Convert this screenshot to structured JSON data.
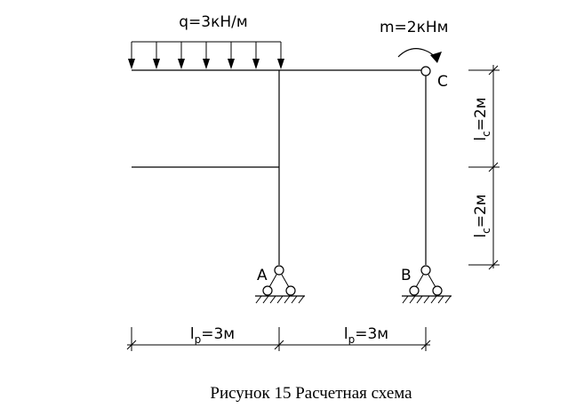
{
  "diagram": {
    "load_label": "q=3кН/м",
    "moment_label": "m=2кНм",
    "node_c": "C",
    "node_a": "A",
    "node_b": "B",
    "column_segment_1": "l",
    "column_segment_1_sub": "c",
    "column_segment_1_value": "=2м",
    "column_segment_2": "l",
    "column_segment_2_sub": "c",
    "column_segment_2_value": "=2м",
    "span_1": "l",
    "span_1_sub": "p",
    "span_1_value": "=3м",
    "span_2": "l",
    "span_2_sub": "p",
    "span_2_value": "=3м"
  },
  "caption": {
    "text": "Рисунок 15 Расчетная схема"
  }
}
